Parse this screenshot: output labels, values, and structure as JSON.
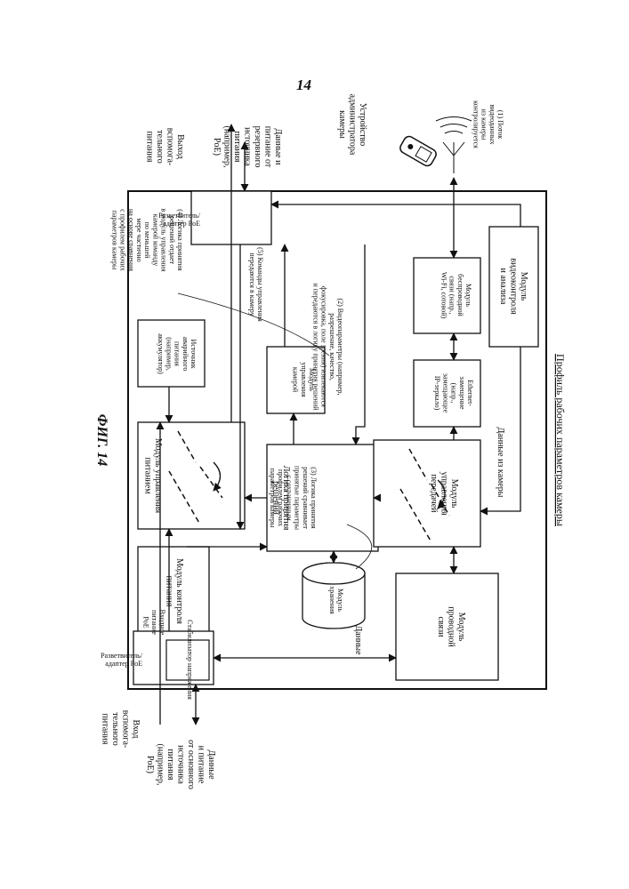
{
  "page_number": "14",
  "title": "Профиль рабочих параметров камеры",
  "figure_label": "ФИГ. 14",
  "blocks": {
    "power_control": "Модуль контроля\nпитания",
    "power_mgmt": "Модуль управления\nпитанием",
    "backup_power": "Источник\nаварийного\nпитания\n(например,\nаккумулятор)",
    "decision_logic": "Логика принятия\nрешений",
    "camera_control": "Модуль\nуправления\nкамерой",
    "wireless": "Модуль\nбеспроводной\nсвязи (напр.,\nWi-Fi, сотовой)",
    "ethernet": "Ethernet-\nзамещение\n(напр.,\nзамещающее\nIP-зеркало)",
    "transfer_mgmt": "Модуль\nуправления\nпередачей",
    "video_control": "Модуль\nвидеоконтроля\nи анализа",
    "storage": "Модуль\nхранения",
    "wired": "Модуль\nпроводной\nсвязи",
    "splitter_main": "Разветвитель/\nадаптер PoE",
    "stabilizer": "Стабилизатор\nнапряжения",
    "splitter_backup": "Разветвитель/\nадаптер PoE"
  },
  "labels": {
    "aux_input": "Вход\nвспомога-\nтельного\nпитания",
    "main_source": "Данные\nи питание\nот основного\nисточника\nпитания\n(например,\nPoE)",
    "poe_input": "Входное\nпитание\nPoE",
    "data": "Данные",
    "aux_output": "Выход\nвспомога-\nтельного\nпитания",
    "backup_source": "Данные и\nпитание от\nрезервного\nисточника\nпитания\n(например,\nPoE)",
    "admin_device": "Устройство\nадминистратора\nкамеры",
    "data_from_camera": "Данные из камеры"
  },
  "annotations": {
    "step1": "(1) Поток\nвидеоданных\nиз камеры\nконтролируется",
    "step2": "(2) Видеопараметры (например,\nразрешение, качество,\nфокусировка, поле зрения) извлекаются\nи передаются в логику принятия решений",
    "step3": "(3) Логика принятия\nрешений сравнивает\nпринятые параметры\nс сохраненным\nпрофилем рабочих\nпараметров камеры",
    "step4": "(4) Логика принятия\nрешений отдает\nв модуль управления\nкамерой команду\nпо меньшей\nмере частично\nна основе сравнения\nс профилем рабочих\nпараметров камеры",
    "step5": "(5) Команды управления\nпередаются в камеру"
  }
}
